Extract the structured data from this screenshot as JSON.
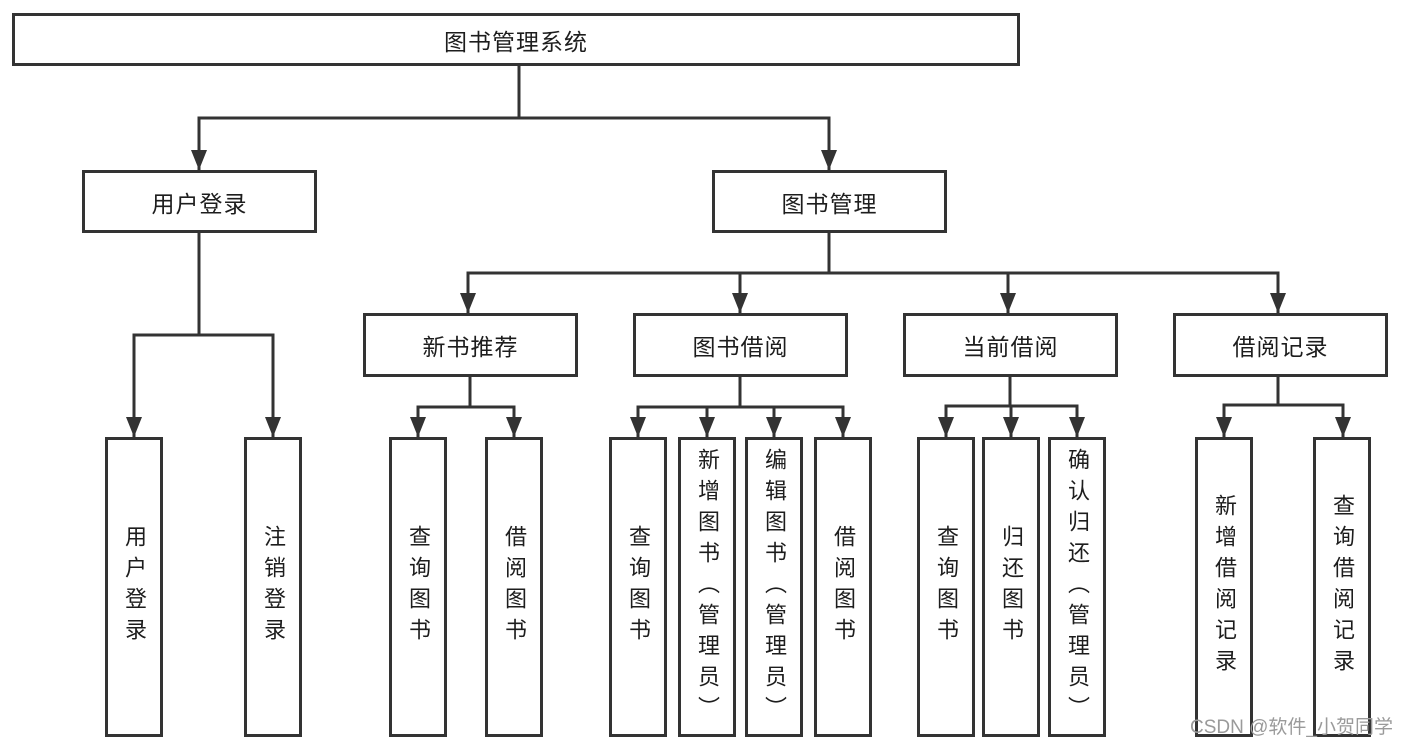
{
  "diagram": {
    "root": {
      "label": "图书管理系统"
    },
    "level2": {
      "user_login": {
        "label": "用户登录"
      },
      "book_mgmt": {
        "label": "图书管理"
      }
    },
    "level3": {
      "new_books": {
        "label": "新书推荐"
      },
      "book_borrow": {
        "label": "图书借阅"
      },
      "current_borrow": {
        "label": "当前借阅"
      },
      "borrow_records": {
        "label": "借阅记录"
      }
    },
    "leaves": {
      "user_login": {
        "label": "用户登录"
      },
      "logout": {
        "label": "注销登录"
      },
      "nb_query_books": {
        "label": "查询图书"
      },
      "nb_borrow_books": {
        "label": "借阅图书"
      },
      "bb_query_books": {
        "label": "查询图书"
      },
      "bb_add_books": {
        "label": "新增图书（管理员）"
      },
      "bb_edit_books": {
        "label": "编辑图书（管理员）"
      },
      "bb_borrow_books": {
        "label": "借阅图书"
      },
      "cb_query_books": {
        "label": "查询图书"
      },
      "cb_return_books": {
        "label": "归还图书"
      },
      "cb_confirm_return": {
        "label": "确认归还（管理员）"
      },
      "br_add_record": {
        "label": "新增借阅记录"
      },
      "br_query_record": {
        "label": "查询借阅记录"
      }
    }
  },
  "watermark": {
    "text": "CSDN @软件_小贺同学"
  },
  "colors": {
    "line": "#333333",
    "text": "#1d1d1d",
    "watermark": "#9a9a9a",
    "background": "#ffffff"
  }
}
